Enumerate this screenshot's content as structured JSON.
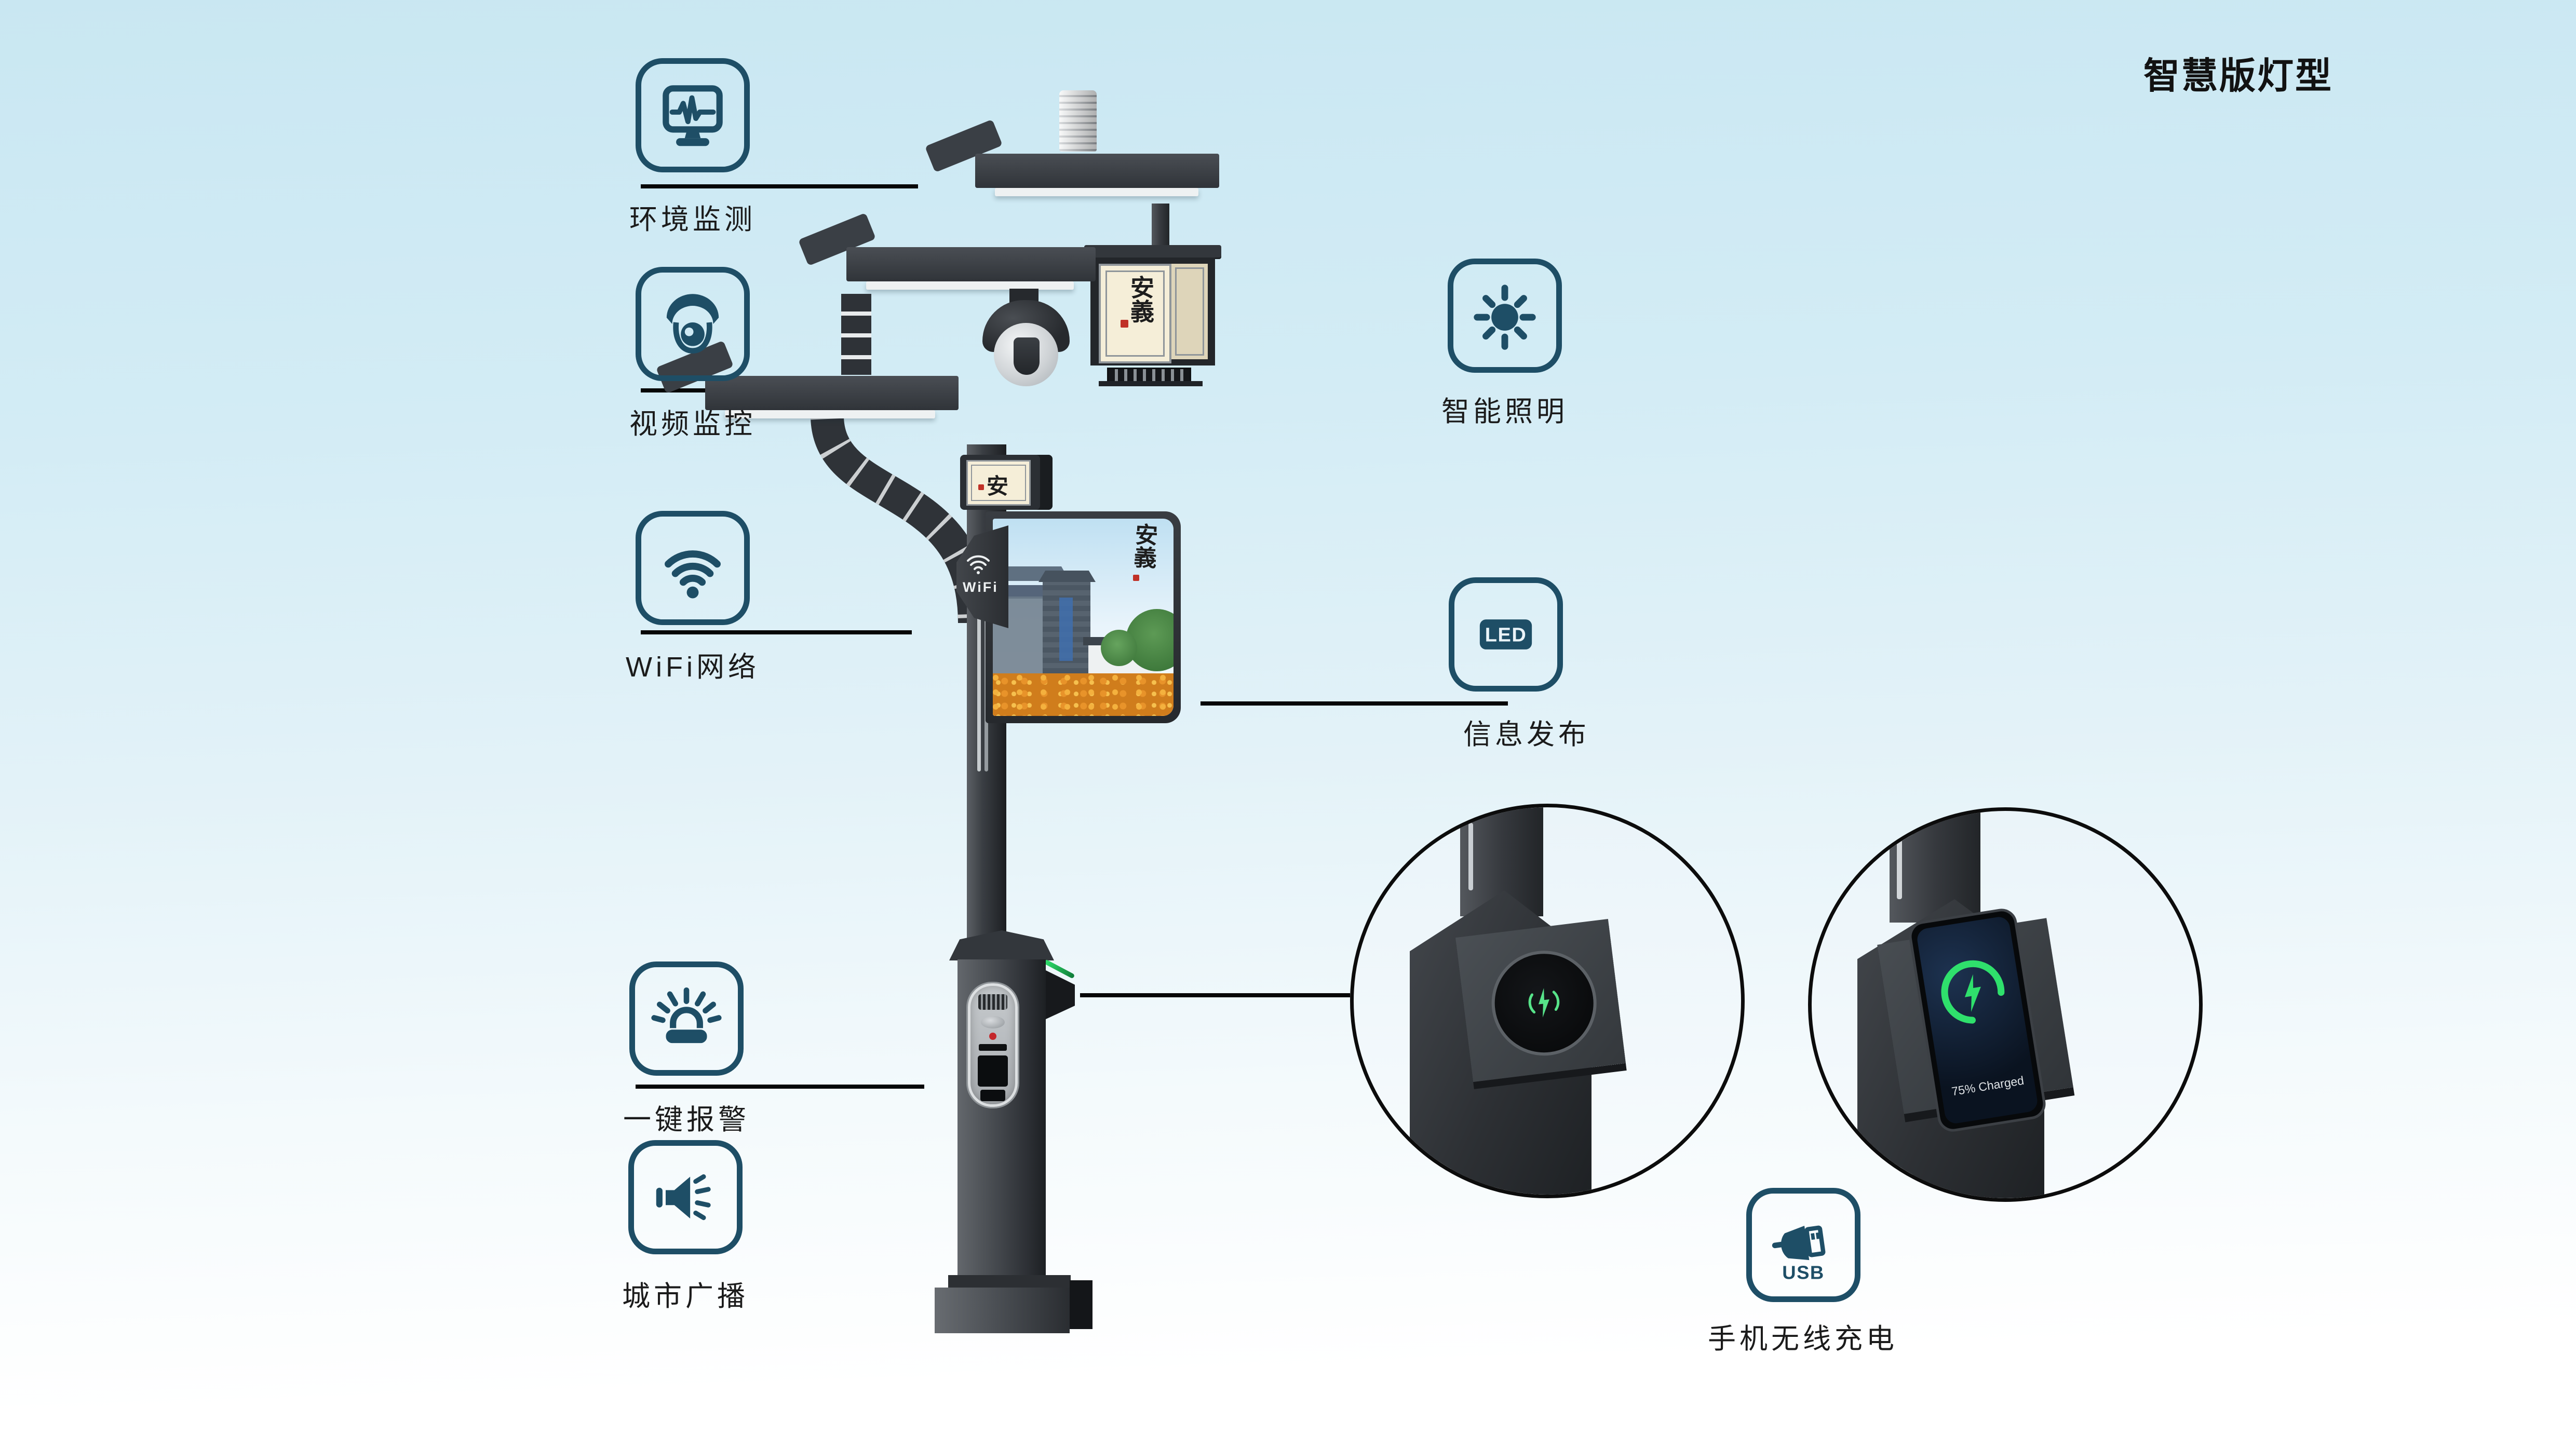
{
  "title": "智慧版灯型",
  "colors": {
    "icon_outline": "#1e4e66",
    "callout_line": "#070707",
    "label_text": "#1b1b1b",
    "background_top": "#c9e7f2",
    "background_bottom": "#ffffff",
    "charge_green": "#2fe06c"
  },
  "features_left": [
    {
      "label": "环境监测",
      "icon": "monitor-wave-icon"
    },
    {
      "label": "视频监控",
      "icon": "dome-camera-icon"
    },
    {
      "label": "WiFi网络",
      "icon": "wifi-icon"
    },
    {
      "label": "一键报警",
      "icon": "alarm-light-icon"
    },
    {
      "label": "城市广播",
      "icon": "loudspeaker-icon"
    }
  ],
  "features_right": [
    {
      "label": "智能照明",
      "icon": "sun-icon"
    },
    {
      "label": "信息发布",
      "icon": "led-screen-icon",
      "icon_text": "LED"
    },
    {
      "label": "手机无线充电",
      "icon": "usb-plug-icon",
      "icon_text": "USB"
    }
  ],
  "pole": {
    "wifi_module_label": "WiFi",
    "sign_text": "安",
    "lantern_text": "安義",
    "screen_text": "安義",
    "charging_status": "75% Charged"
  }
}
